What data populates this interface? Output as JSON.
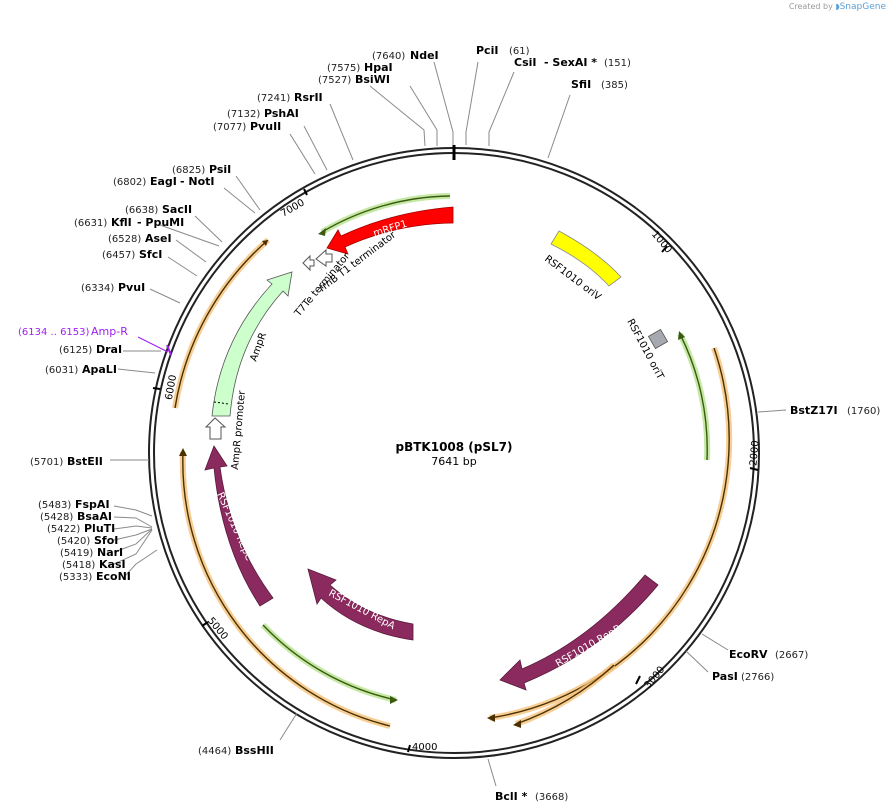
{
  "credit": {
    "prefix": "Created by",
    "brand": "SnapGene"
  },
  "plasmid": {
    "name": "pBTK1008 (pSL7)",
    "length": "7641 bp",
    "length_bp": 7641
  },
  "ticks": [
    "1000",
    "2000",
    "3000",
    "4000",
    "5000",
    "6000",
    "7000"
  ],
  "features": {
    "mrfp1": "mRFP1",
    "rrnb": "rrnB T1 terminator",
    "t7te": "T7Te terminator",
    "ampr": "AmpR",
    "ampr_promoter": "AmpR promoter",
    "rsf_oriv": "RSF1010 oriV",
    "rsf_orit": "RSF1010 oriT",
    "repb": "RSF1010 RepB",
    "repa": "RSF1010 RepA",
    "repc": "RSF1010 RepC"
  },
  "colors": {
    "mrfp1": "#ff0000",
    "rep": "#8b2a5e",
    "ampr": "#ccffcc",
    "oriv": "#ffff00",
    "orit": "#a7a9b0",
    "primer_orange": "#f5b04a",
    "primer_green": "#9ad26a",
    "ampr_site": "#a020f0"
  },
  "sites": [
    {
      "name": "NdeI",
      "pos": "(7640)"
    },
    {
      "name": "PciI",
      "pos": "(61)"
    },
    {
      "name": "CsiI",
      "extra": "- SexAI *",
      "pos": "(151)"
    },
    {
      "name": "SfiI",
      "pos": "(385)"
    },
    {
      "name": "HpaI",
      "pos": "(7575)"
    },
    {
      "name": "BsiWI",
      "pos": "(7527)"
    },
    {
      "name": "RsrII",
      "pos": "(7241)"
    },
    {
      "name": "PshAI",
      "pos": "(7132)"
    },
    {
      "name": "PvuII",
      "pos": "(7077)"
    },
    {
      "name": "PsiI",
      "pos": "(6825)"
    },
    {
      "name": "EagI",
      "extra": "- NotI",
      "pos": "(6802)"
    },
    {
      "name": "SacII",
      "pos": "(6638)"
    },
    {
      "name": "KflI",
      "extra": "- PpuMI",
      "pos": "(6631)"
    },
    {
      "name": "AseI",
      "pos": "(6528)"
    },
    {
      "name": "SfcI",
      "pos": "(6457)"
    },
    {
      "name": "PvuI",
      "pos": "(6334)"
    },
    {
      "name": "Amp-R",
      "pos": "(6134 .. 6153)"
    },
    {
      "name": "DraI",
      "pos": "(6125)"
    },
    {
      "name": "ApaLI",
      "pos": "(6031)"
    },
    {
      "name": "BstEII",
      "pos": "(5701)"
    },
    {
      "name": "FspAI",
      "pos": "(5483)"
    },
    {
      "name": "BsaAI",
      "pos": "(5428)"
    },
    {
      "name": "PluTI",
      "pos": "(5422)"
    },
    {
      "name": "SfoI",
      "pos": "(5420)"
    },
    {
      "name": "NarI",
      "pos": "(5419)"
    },
    {
      "name": "KasI",
      "pos": "(5418)"
    },
    {
      "name": "EcoNI",
      "pos": "(5333)"
    },
    {
      "name": "BssHII",
      "pos": "(4464)"
    },
    {
      "name": "BclI *",
      "pos": "(3668)"
    },
    {
      "name": "PasI",
      "pos": "(2766)"
    },
    {
      "name": "EcoRV",
      "pos": "(2667)"
    },
    {
      "name": "BstZ17I",
      "pos": "(1760)"
    }
  ]
}
